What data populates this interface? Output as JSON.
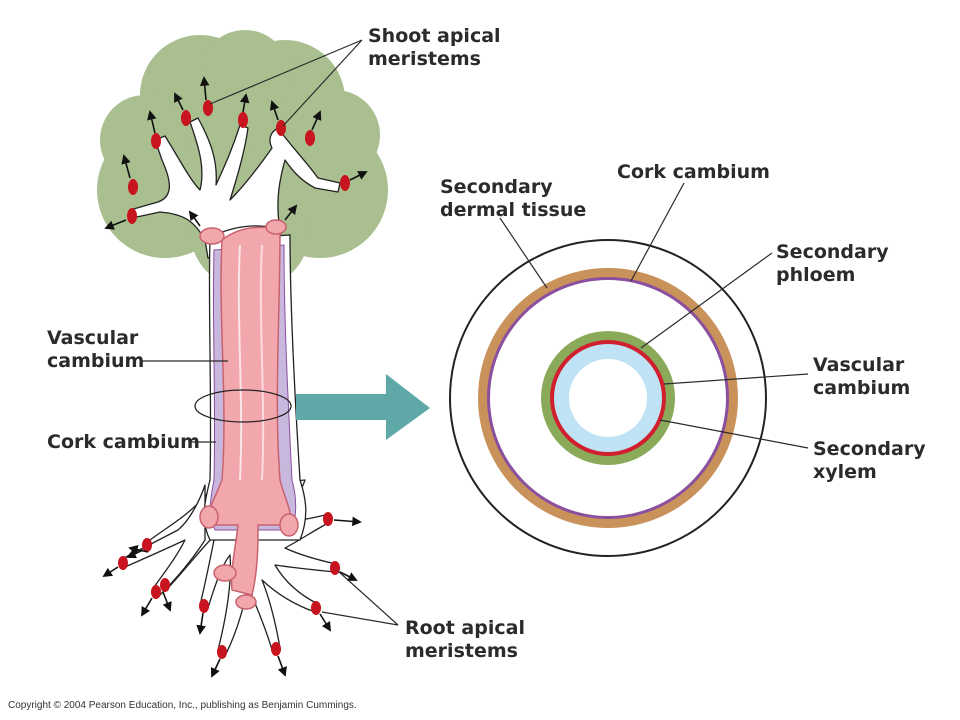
{
  "labels": {
    "shoot_apical_meristems": [
      "Shoot apical",
      "meristems"
    ],
    "vascular_cambium_left": [
      "Vascular",
      "cambium"
    ],
    "cork_cambium_left": "Cork cambium",
    "root_apical_meristems": [
      "Root apical",
      "meristems"
    ],
    "secondary_dermal_tissue": [
      "Secondary",
      "dermal tissue"
    ],
    "cork_cambium_right": "Cork cambium",
    "secondary_phloem": [
      "Secondary",
      "phloem"
    ],
    "vascular_cambium_right": [
      "Vascular",
      "cambium"
    ],
    "secondary_xylem": [
      "Secondary",
      "xylem"
    ]
  },
  "copyright": "Copyright © 2004 Pearson Education, Inc., publishing as Benjamin Cummings.",
  "colors": {
    "canopy": "#a9bf8f",
    "trunk_core": "#f2a7ad",
    "trunk_outline": "#c9626e",
    "cork_layer": "#c9b8de",
    "meristem_tip": "#c8141e",
    "arrow_big": "#5fa8a8",
    "ring_dermal": "#c8925a",
    "ring_cork": "#8a4f9e",
    "ring_phloem": "#8aaa5a",
    "ring_vascular": "#d0202f",
    "ring_xylem": "#bfe3f4"
  }
}
